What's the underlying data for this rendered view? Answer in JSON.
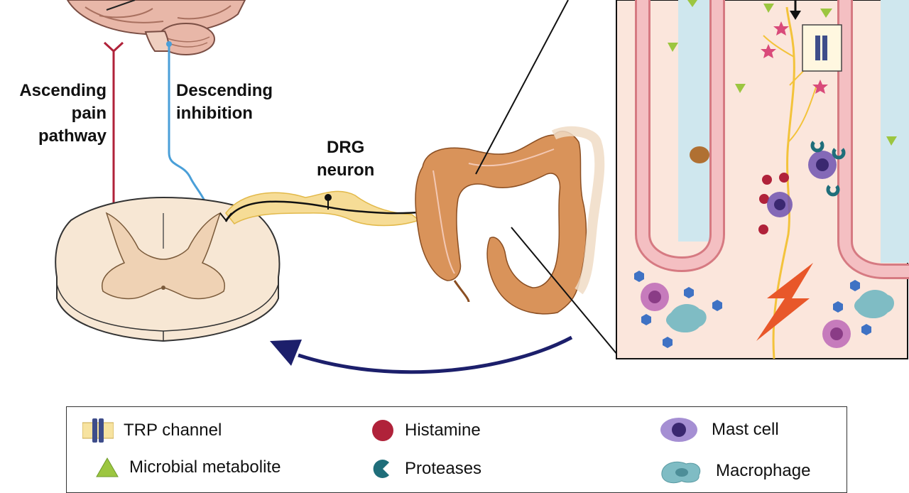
{
  "labels": {
    "ascending": "Ascending pain pathway",
    "ascending_lines": [
      "Ascending",
      "pain",
      "pathway"
    ],
    "descending_lines": [
      "Descending",
      "inhibition"
    ],
    "drg_lines": [
      "DRG",
      "neuron"
    ]
  },
  "legend": {
    "items": [
      {
        "label": "TRP channel",
        "icon": "trp-channel-icon"
      },
      {
        "label": "Histamine",
        "icon": "histamine-icon"
      },
      {
        "label": "Mast cell",
        "icon": "mast-cell-icon"
      },
      {
        "label": "Microbial metabolite",
        "icon": "microbial-metabolite-icon"
      },
      {
        "label": "Proteases",
        "icon": "proteases-icon"
      },
      {
        "label": "Macrophage",
        "icon": "macrophage-icon"
      }
    ]
  },
  "colors": {
    "ascending": "#b0223a",
    "descending": "#4a9fd8",
    "drg": "#f2d27a",
    "colon": "#d9935a",
    "arrow": "#1c1f6b",
    "histamine": "#b0223a",
    "metabolite": "#9cc640",
    "mast": "#5a3e9a",
    "protease": "#1f6e7a",
    "macrophage": "#7fbcc4",
    "pain_bolt": "#e8572a",
    "nerve": "#f3c33b"
  }
}
